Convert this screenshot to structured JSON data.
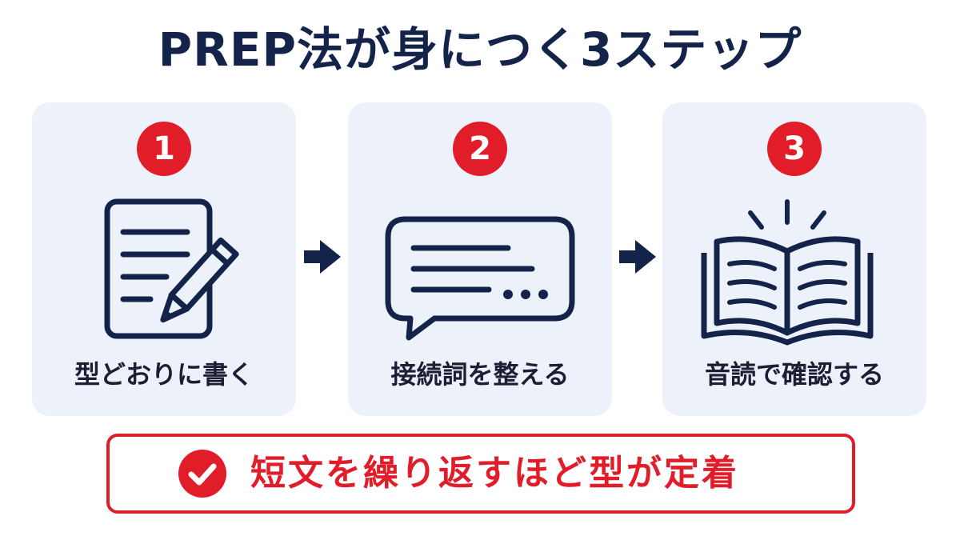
{
  "title": "PREP法が身につく3ステップ",
  "steps": [
    {
      "number": "1",
      "label": "型どおりに書く",
      "icon": "document-pencil-icon"
    },
    {
      "number": "2",
      "label": "接続詞を整える",
      "icon": "speech-bubble-icon"
    },
    {
      "number": "3",
      "label": "音読で確認する",
      "icon": "open-book-icon"
    }
  ],
  "banner": {
    "text": "短文を繰り返すほど型が定着",
    "icon": "check-circle-icon"
  },
  "colors": {
    "navy": "#14234a",
    "red": "#e21d2a",
    "card_bg": "#edf2fa"
  }
}
